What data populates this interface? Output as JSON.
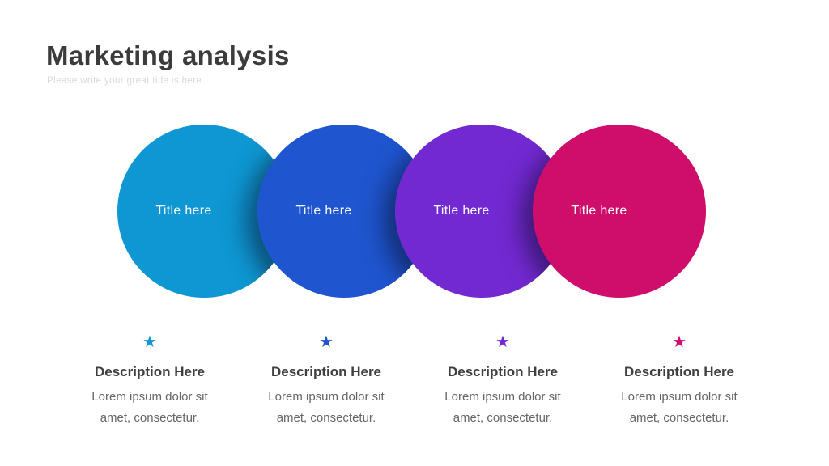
{
  "header": {
    "title": "Marketing analysis",
    "subtitle": "Please write your great title is here"
  },
  "colors": {
    "background": "#ffffff",
    "heading_text": "#3b3b3b",
    "subtitle_text": "#d9d9d9",
    "column_heading_text": "#3f3f3f",
    "column_body_text": "#666666",
    "circle_title_text": "#ffffff"
  },
  "icons": {
    "star_glyph": "★"
  },
  "circles": [
    {
      "title": "Title here",
      "color": "#0e97d3"
    },
    {
      "title": "Title here",
      "color": "#1f55cf"
    },
    {
      "title": "Title here",
      "color": "#7329d2"
    },
    {
      "title": "Title here",
      "color": "#cf0d6b"
    }
  ],
  "columns": [
    {
      "heading": "Description Here",
      "body": "Lorem ipsum dolor sit amet, consectetur.",
      "accent": "#0e97d3"
    },
    {
      "heading": "Description Here",
      "body": "Lorem ipsum dolor sit amet, consectetur.",
      "accent": "#1f55cf"
    },
    {
      "heading": "Description Here",
      "body": "Lorem ipsum dolor sit amet, consectetur.",
      "accent": "#7329d2"
    },
    {
      "heading": "Description Here",
      "body": "Lorem ipsum dolor sit amet, consectetur.",
      "accent": "#cf0d6b"
    }
  ]
}
